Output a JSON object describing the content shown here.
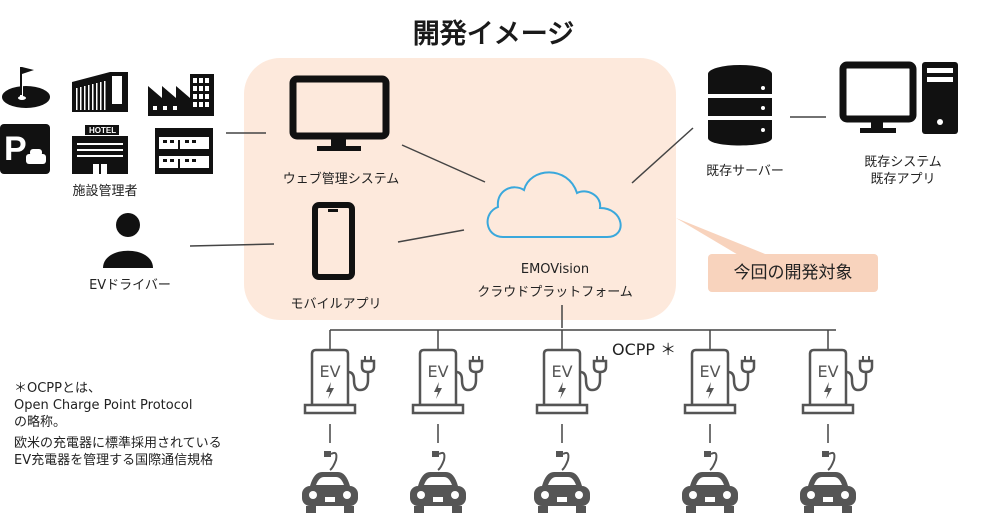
{
  "title": "開発イメージ",
  "nodes": {
    "facility_manager": "施設管理者",
    "ev_driver": "EVドライバー",
    "web_admin": "ウェブ管理システム",
    "mobile_app": "モバイルアプリ",
    "cloud_name": "EMOVision",
    "cloud_sub": "クラウドプラットフォーム",
    "existing_server": "既存サーバー",
    "existing_system_line1": "既存システム",
    "existing_system_line2": "既存アプリ",
    "ocpp": "OCPP ＊"
  },
  "facility_icons": [
    "golf-course-icon",
    "shopping-mall-icon",
    "factory-icon",
    "parking-icon",
    "hotel-icon",
    "apartment-icon"
  ],
  "hotel_sign": "HOTEL",
  "callout": "今回の開発対象",
  "charger_label": "EV",
  "charger_count": 5,
  "footnote": [
    "＊OCPPとは、",
    "Open Charge Point Protocol",
    "の略称。",
    "欧米の充電器に標準採用されている",
    "EV充電器を管理する国際通信規格"
  ],
  "colors": {
    "panel": "#fde9dc",
    "callout": "#f8d3bd",
    "cloud": "#3aa8dc",
    "icon": "#111111",
    "charger": "#555555"
  }
}
